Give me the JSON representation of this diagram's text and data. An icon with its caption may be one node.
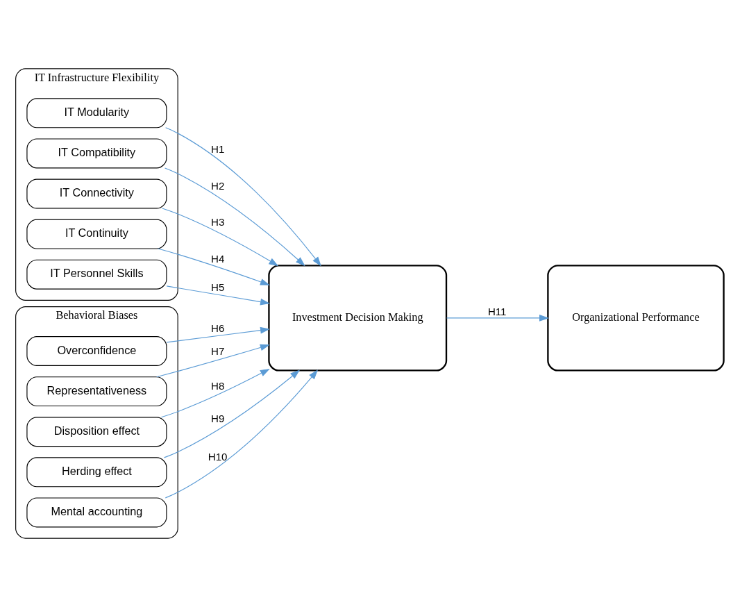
{
  "diagram": {
    "nodes": [
      {
        "text": [
          "IT Infrastructure Flexibility"
        ]
      },
      {
        "text": [
          "IT Modularity"
        ],
        "in": 0
      },
      {
        "text": [
          "IT Compatibility"
        ],
        "in": 0
      },
      {
        "text": [
          "IT Connectivity"
        ],
        "in": 0
      },
      {
        "text": [
          "IT Continuity"
        ],
        "in": 0
      },
      {
        "text": [
          "IT Personnel Skills"
        ],
        "in": 0
      },
      {
        "text": [
          "Behavioral Biases"
        ]
      },
      {
        "text": [
          "Overconfidence"
        ],
        "in": 6
      },
      {
        "text": [
          "Representativeness"
        ],
        "in": 6
      },
      {
        "text": [
          "Disposition effect"
        ],
        "in": 6
      },
      {
        "text": [
          "Herding effect"
        ],
        "in": 6
      },
      {
        "text": [
          "Mental accounting"
        ],
        "in": 6
      },
      {
        "text": [
          "Investment Decision Making"
        ]
      },
      {
        "text": [
          "Organizational Performance"
        ]
      }
    ],
    "edges": [
      {
        "from": 1,
        "to": 12,
        "arrow": "to",
        "label": "H1",
        "color": "#5b9bd5"
      },
      {
        "from": 2,
        "to": 12,
        "arrow": "to",
        "label": "H2",
        "color": "#5b9bd5"
      },
      {
        "from": 3,
        "to": 12,
        "arrow": "to",
        "label": "H3",
        "color": "#5b9bd5"
      },
      {
        "from": 4,
        "to": 12,
        "arrow": "to",
        "label": "H4",
        "color": "#5b9bd5"
      },
      {
        "from": 5,
        "to": 12,
        "arrow": "to",
        "label": "H5",
        "color": "#5b9bd5"
      },
      {
        "from": 7,
        "to": 12,
        "arrow": "to",
        "label": "H6",
        "color": "#5b9bd5"
      },
      {
        "from": 8,
        "to": 12,
        "arrow": "to",
        "label": "H7",
        "color": "#5b9bd5"
      },
      {
        "from": 9,
        "to": 12,
        "arrow": "to",
        "label": "H8",
        "color": "#5b9bd5"
      },
      {
        "from": 10,
        "to": 12,
        "arrow": "to",
        "label": "H9",
        "color": "#5b9bd5"
      },
      {
        "from": 11,
        "to": 12,
        "arrow": "to",
        "label": "H10",
        "color": "#5b9bd5"
      },
      {
        "from": 12,
        "to": 13,
        "arrow": "to",
        "label": "H11",
        "color": "#5b9bd5"
      }
    ]
  }
}
